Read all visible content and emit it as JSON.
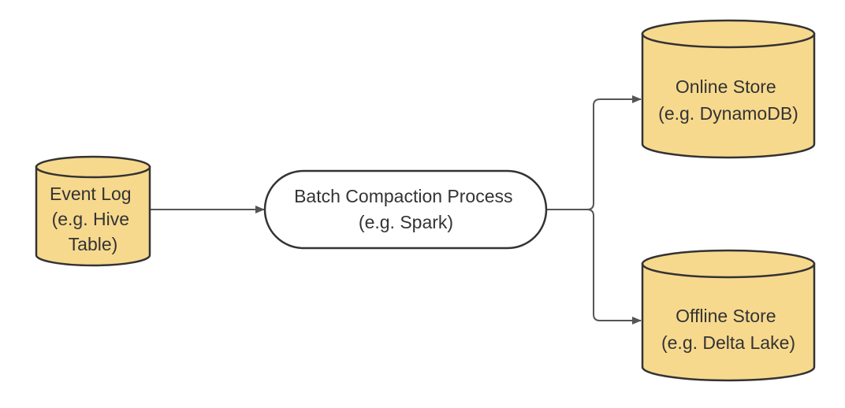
{
  "colors": {
    "cylinder_fill": "#f7d98e",
    "stroke": "#333333",
    "process_fill": "#ffffff",
    "edge": "#555555",
    "text": "#333333"
  },
  "nodes": {
    "event_log": {
      "shape": "cylinder",
      "lines": [
        "Event Log",
        "(e.g. Hive",
        "Table)"
      ]
    },
    "batch_process": {
      "shape": "stadium",
      "lines": [
        "Batch Compaction Process",
        "(e.g. Spark)"
      ]
    },
    "online_store": {
      "shape": "cylinder",
      "lines": [
        "Online Store",
        "(e.g. DynamoDB)"
      ]
    },
    "offline_store": {
      "shape": "cylinder",
      "lines": [
        "Offline Store",
        "(e.g. Delta Lake)"
      ]
    }
  },
  "edges": [
    {
      "from": "event_log",
      "to": "batch_process"
    },
    {
      "from": "batch_process",
      "to": "online_store"
    },
    {
      "from": "batch_process",
      "to": "offline_store"
    }
  ]
}
